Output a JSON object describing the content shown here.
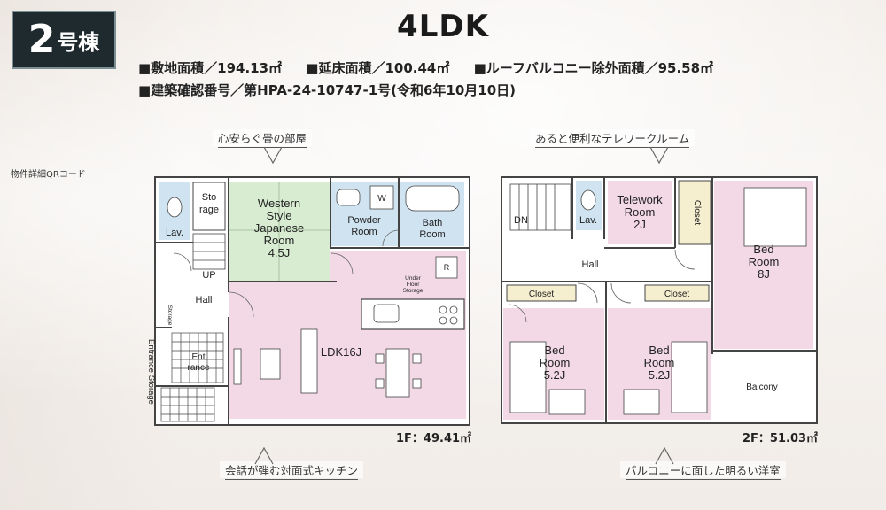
{
  "badge": {
    "number": "2",
    "label": "号棟"
  },
  "layout_title": "4LDK",
  "specs": {
    "site_area": "■敷地面積／194.13㎡",
    "floor_area": "■延床面積／100.44㎡",
    "excl_area": "■ルーフバルコニー除外面積／95.58㎡",
    "permit": "■建築確認番号／第HPA-24-10747-1号(令和6年10月10日)"
  },
  "qr_label": "物件詳細QRコード",
  "callouts": {
    "tatami": "心安らぐ畳の部屋",
    "telework": "あると便利なテレワークルーム",
    "kitchen": "会話が弾む対面式キッチン",
    "balcony_room": "バルコニーに面した明るい洋室"
  },
  "floor1": {
    "area": "1F：49.41㎡",
    "rooms": {
      "lav": "Lav.",
      "storage1": "Sto",
      "storage2": "rage",
      "western1": "Western",
      "western2": "Style",
      "western3": "Japanese",
      "western4": "Room",
      "western5": "4.5J",
      "powder1": "Powder",
      "powder2": "Room",
      "bath1": "Bath",
      "bath2": "Room",
      "w": "W",
      "up": "UP",
      "hall": "Hall",
      "storage_small": "Storage",
      "ldk": "LDK16J",
      "under1": "Under",
      "under2": "Floor",
      "under3": "Storage",
      "r": "R",
      "entrance1": "Ent",
      "entrance2": "rance",
      "entrance_storage": "Entrance Storage"
    }
  },
  "floor2": {
    "area": "2F：51.03㎡",
    "rooms": {
      "dn": "DN",
      "lav": "Lav.",
      "telework1": "Telework",
      "telework2": "Room",
      "telework3": "2J",
      "closet_v": "Closet",
      "bed1_1": "Bed",
      "bed1_2": "Room",
      "bed1_3": "8J",
      "hall": "Hall",
      "closet_a": "Closet",
      "closet_b": "Closet",
      "bed2_1": "Bed",
      "bed2_2": "Room",
      "bed2_3": "5.2J",
      "bed3_1": "Bed",
      "bed3_2": "Room",
      "bed3_3": "5.2J",
      "balcony": "Balcony"
    }
  },
  "colors": {
    "pink": "#f3d9e6",
    "tatami": "#d8ecd2",
    "water": "#cfe3f1",
    "wall": "#444444",
    "closet": "#f6efcf",
    "badge": "#1f2a2e"
  }
}
